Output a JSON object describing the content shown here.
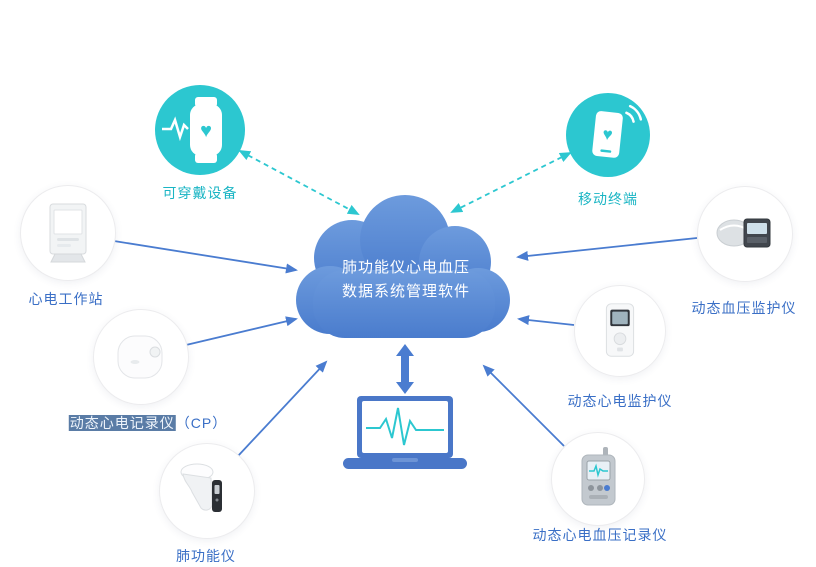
{
  "cloud": {
    "line1": "肺功能仪心电血压",
    "line2": "数据系统管理软件"
  },
  "nodes": {
    "wearable": {
      "label": "可穿戴设备",
      "icon": "smartwatch-heart-icon"
    },
    "mobile": {
      "label": "移动终端",
      "icon": "smartphone-heart-icon"
    },
    "ecg_workstation": {
      "label": "心电工作站",
      "icon": "ecg-workstation-device"
    },
    "ecg_recorder_cp": {
      "label_highlight": "动态心电记录仪",
      "label_suffix": "（CP）",
      "icon": "holter-recorder-device"
    },
    "spirometer": {
      "label": "肺功能仪",
      "icon": "spirometer-device"
    },
    "bp_monitor": {
      "label": "动态血压监护仪",
      "icon": "bp-monitor-device"
    },
    "ecg_monitor": {
      "label": "动态心电监护仪",
      "icon": "ecg-monitor-device"
    },
    "ecg_bp_recorder": {
      "label": "动态心电血压记录仪",
      "icon": "ecg-bp-recorder-device"
    }
  },
  "colors": {
    "teal": "#2cc7d0",
    "cloud_blue": "#5587d6",
    "arrow_blue": "#4a7cd0",
    "label_blue": "#3a6fc6",
    "label_teal": "#1ab5c4",
    "highlight": "#5a7ca6"
  }
}
